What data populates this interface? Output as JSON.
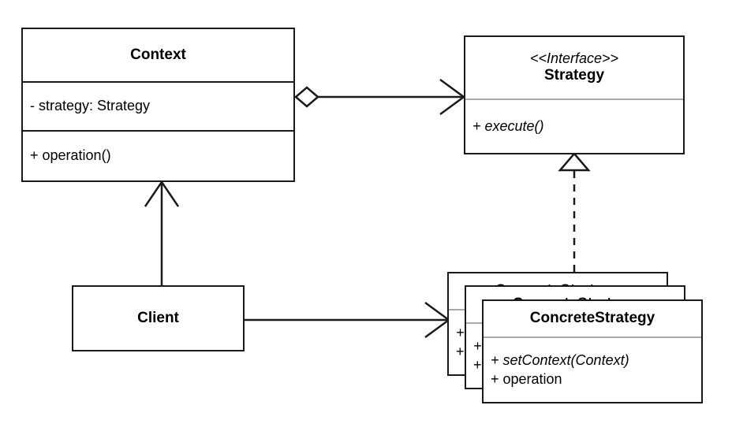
{
  "diagram": {
    "title": "Strategy Pattern UML Class Diagram",
    "type": "uml-class-diagram",
    "background_color": "#ffffff",
    "line_color": "#1a1a1a",
    "divider_gray": "#a9a9a9"
  },
  "classes": {
    "context": {
      "name": "Context",
      "attributes": [
        "- strategy: Strategy"
      ],
      "operations": [
        "+ operation()"
      ]
    },
    "strategy": {
      "stereotype": "<<Interface>>",
      "name": "Strategy",
      "operations": [
        "+ execute()"
      ]
    },
    "client": {
      "name": "Client"
    },
    "concrete_strategy": {
      "name": "ConcreteStrategy",
      "operations": [
        "+ setContext(Context)",
        "+ operation"
      ],
      "copies": 3,
      "plus_marker": "+"
    }
  },
  "relationships": [
    {
      "id": "context-aggregates-strategy",
      "from": "Context",
      "to": "Strategy",
      "type": "aggregation",
      "source_decoration": "hollow-diamond",
      "target_decoration": "open-arrow",
      "line_style": "solid"
    },
    {
      "id": "concretestrategy-realizes-strategy",
      "from": "ConcreteStrategy",
      "to": "Strategy",
      "type": "realization",
      "target_decoration": "hollow-triangle",
      "line_style": "dashed"
    },
    {
      "id": "client-generalization-context",
      "from": "Client",
      "to": "Context",
      "type": "generalization",
      "target_decoration": "open-arrow",
      "line_style": "solid"
    },
    {
      "id": "client-uses-concretestrategy",
      "from": "Client",
      "to": "ConcreteStrategy",
      "type": "association",
      "target_decoration": "open-arrow",
      "line_style": "solid"
    }
  ]
}
